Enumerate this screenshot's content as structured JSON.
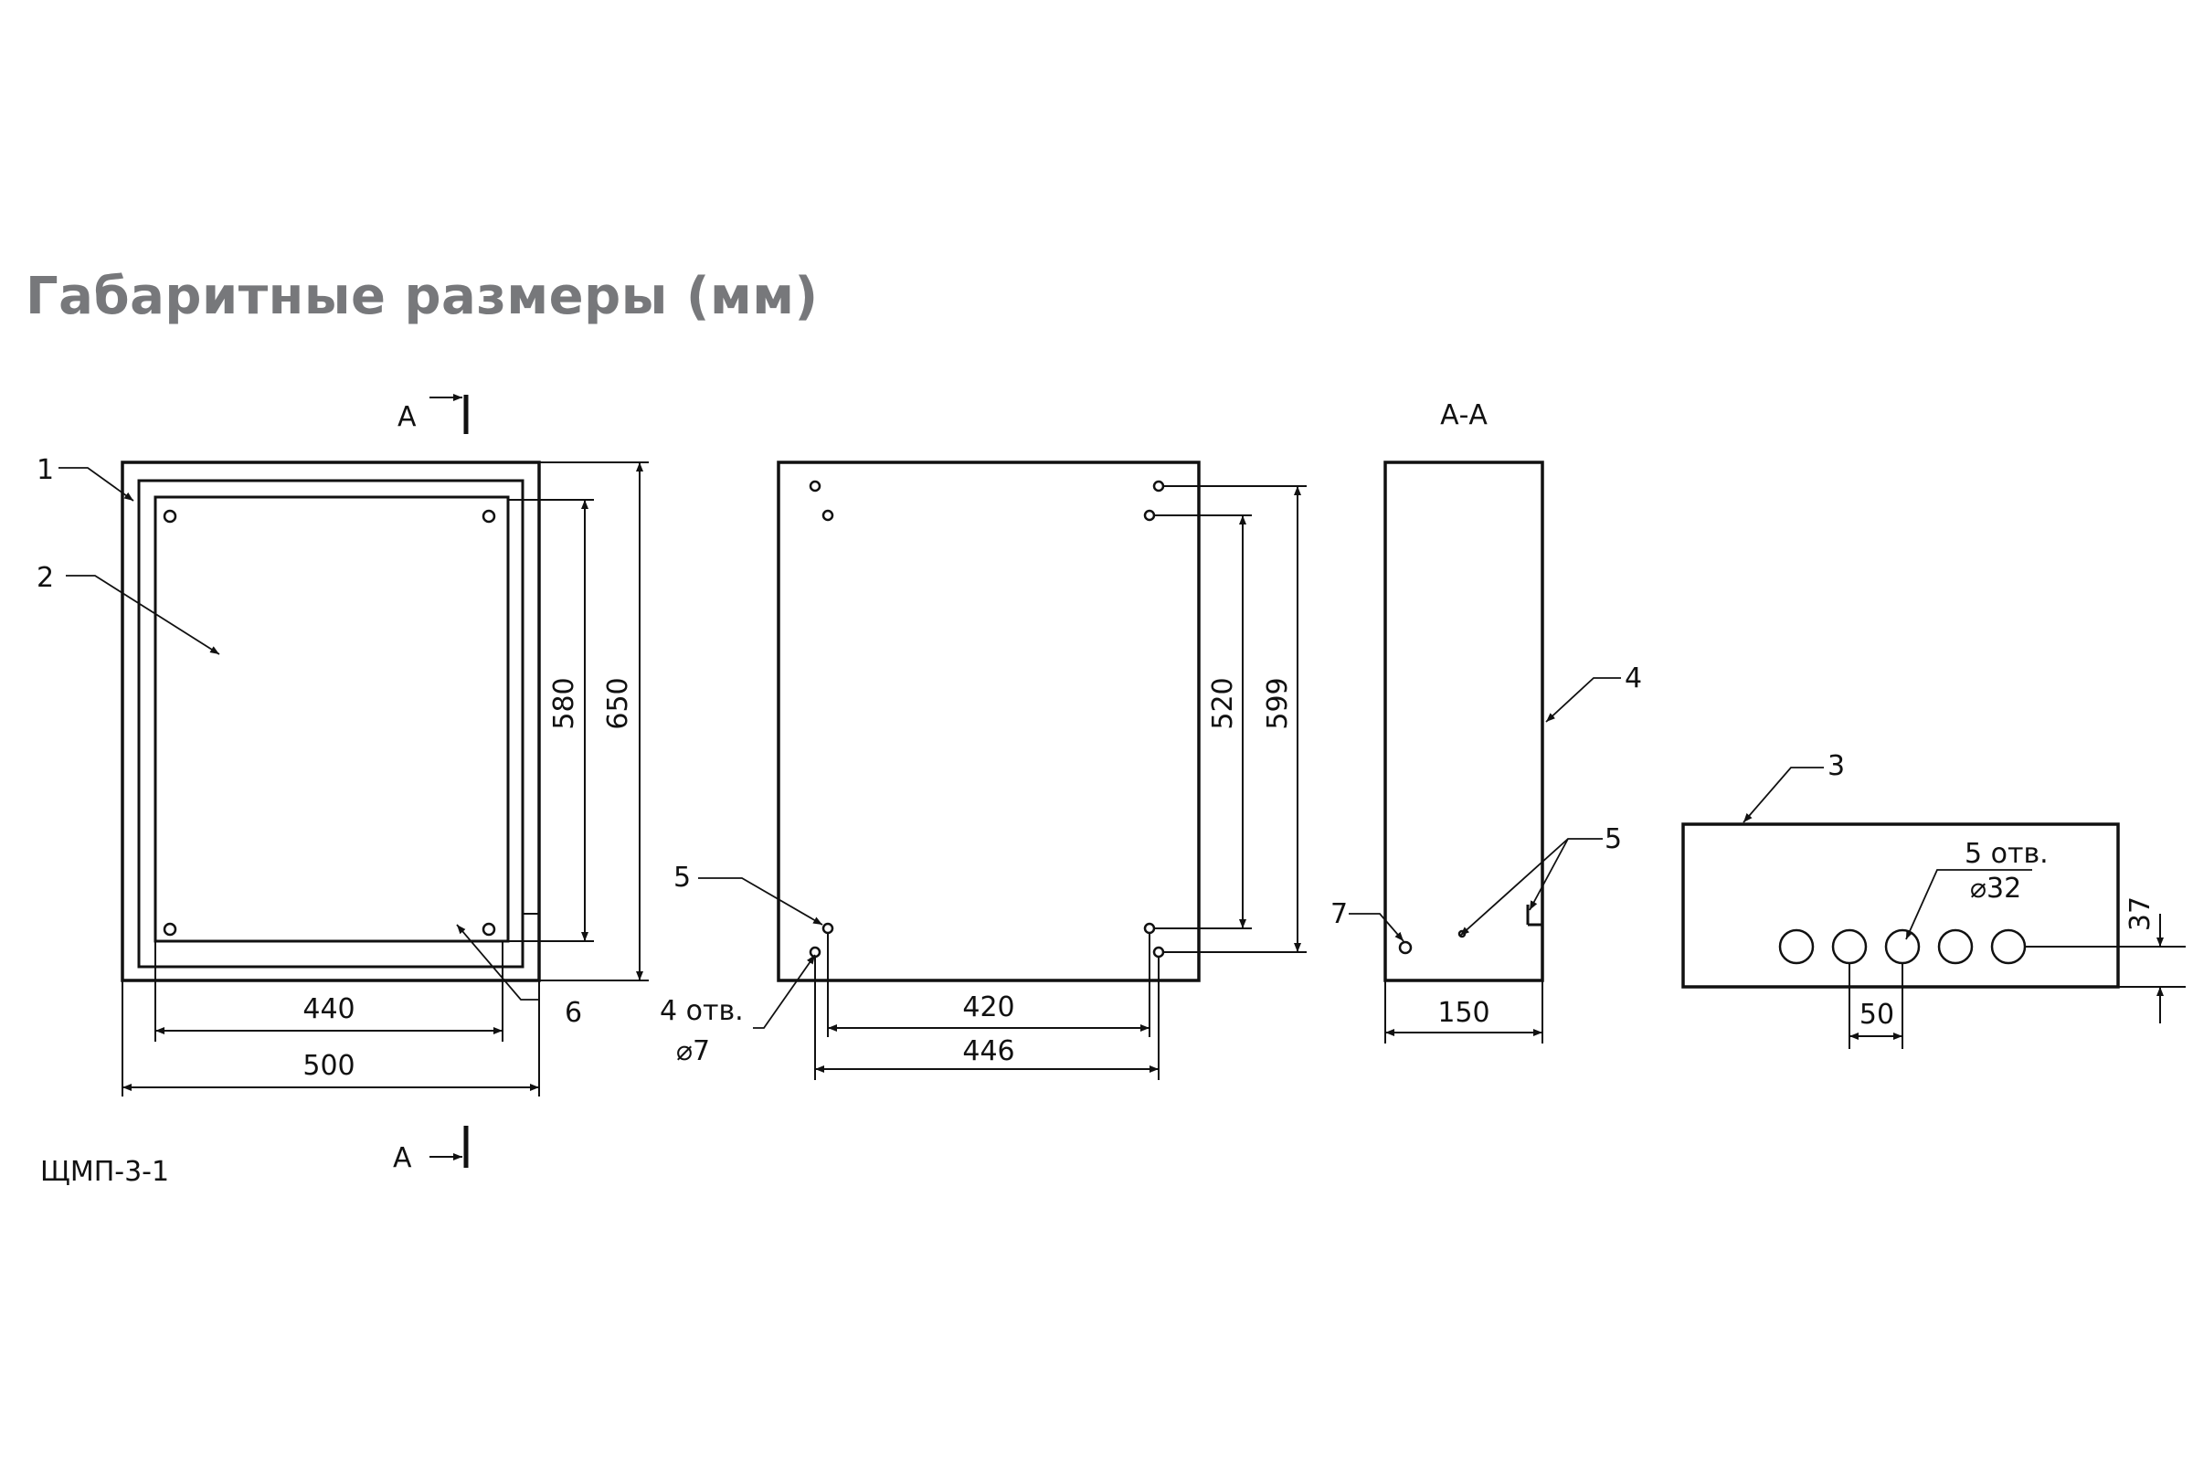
{
  "title": "Габаритные размеры (мм)",
  "model": "ЩМП-3-1",
  "section_marker": "А",
  "section_title": "А-А",
  "dims": {
    "d440": "440",
    "d500": "500",
    "d580": "580",
    "d650": "650",
    "d420": "420",
    "d446": "446",
    "d520": "520",
    "d599": "599",
    "d150": "150",
    "d50": "50",
    "d37": "37"
  },
  "callouts": {
    "c1": "1",
    "c2": "2",
    "c3": "3",
    "c4": "4",
    "c5a": "5",
    "c5b": "5",
    "c6": "6",
    "c7": "7"
  },
  "notes": {
    "holes4": "4 отв.",
    "dia7": "⌀7",
    "holes5": "5 отв.",
    "dia32": "⌀32"
  }
}
